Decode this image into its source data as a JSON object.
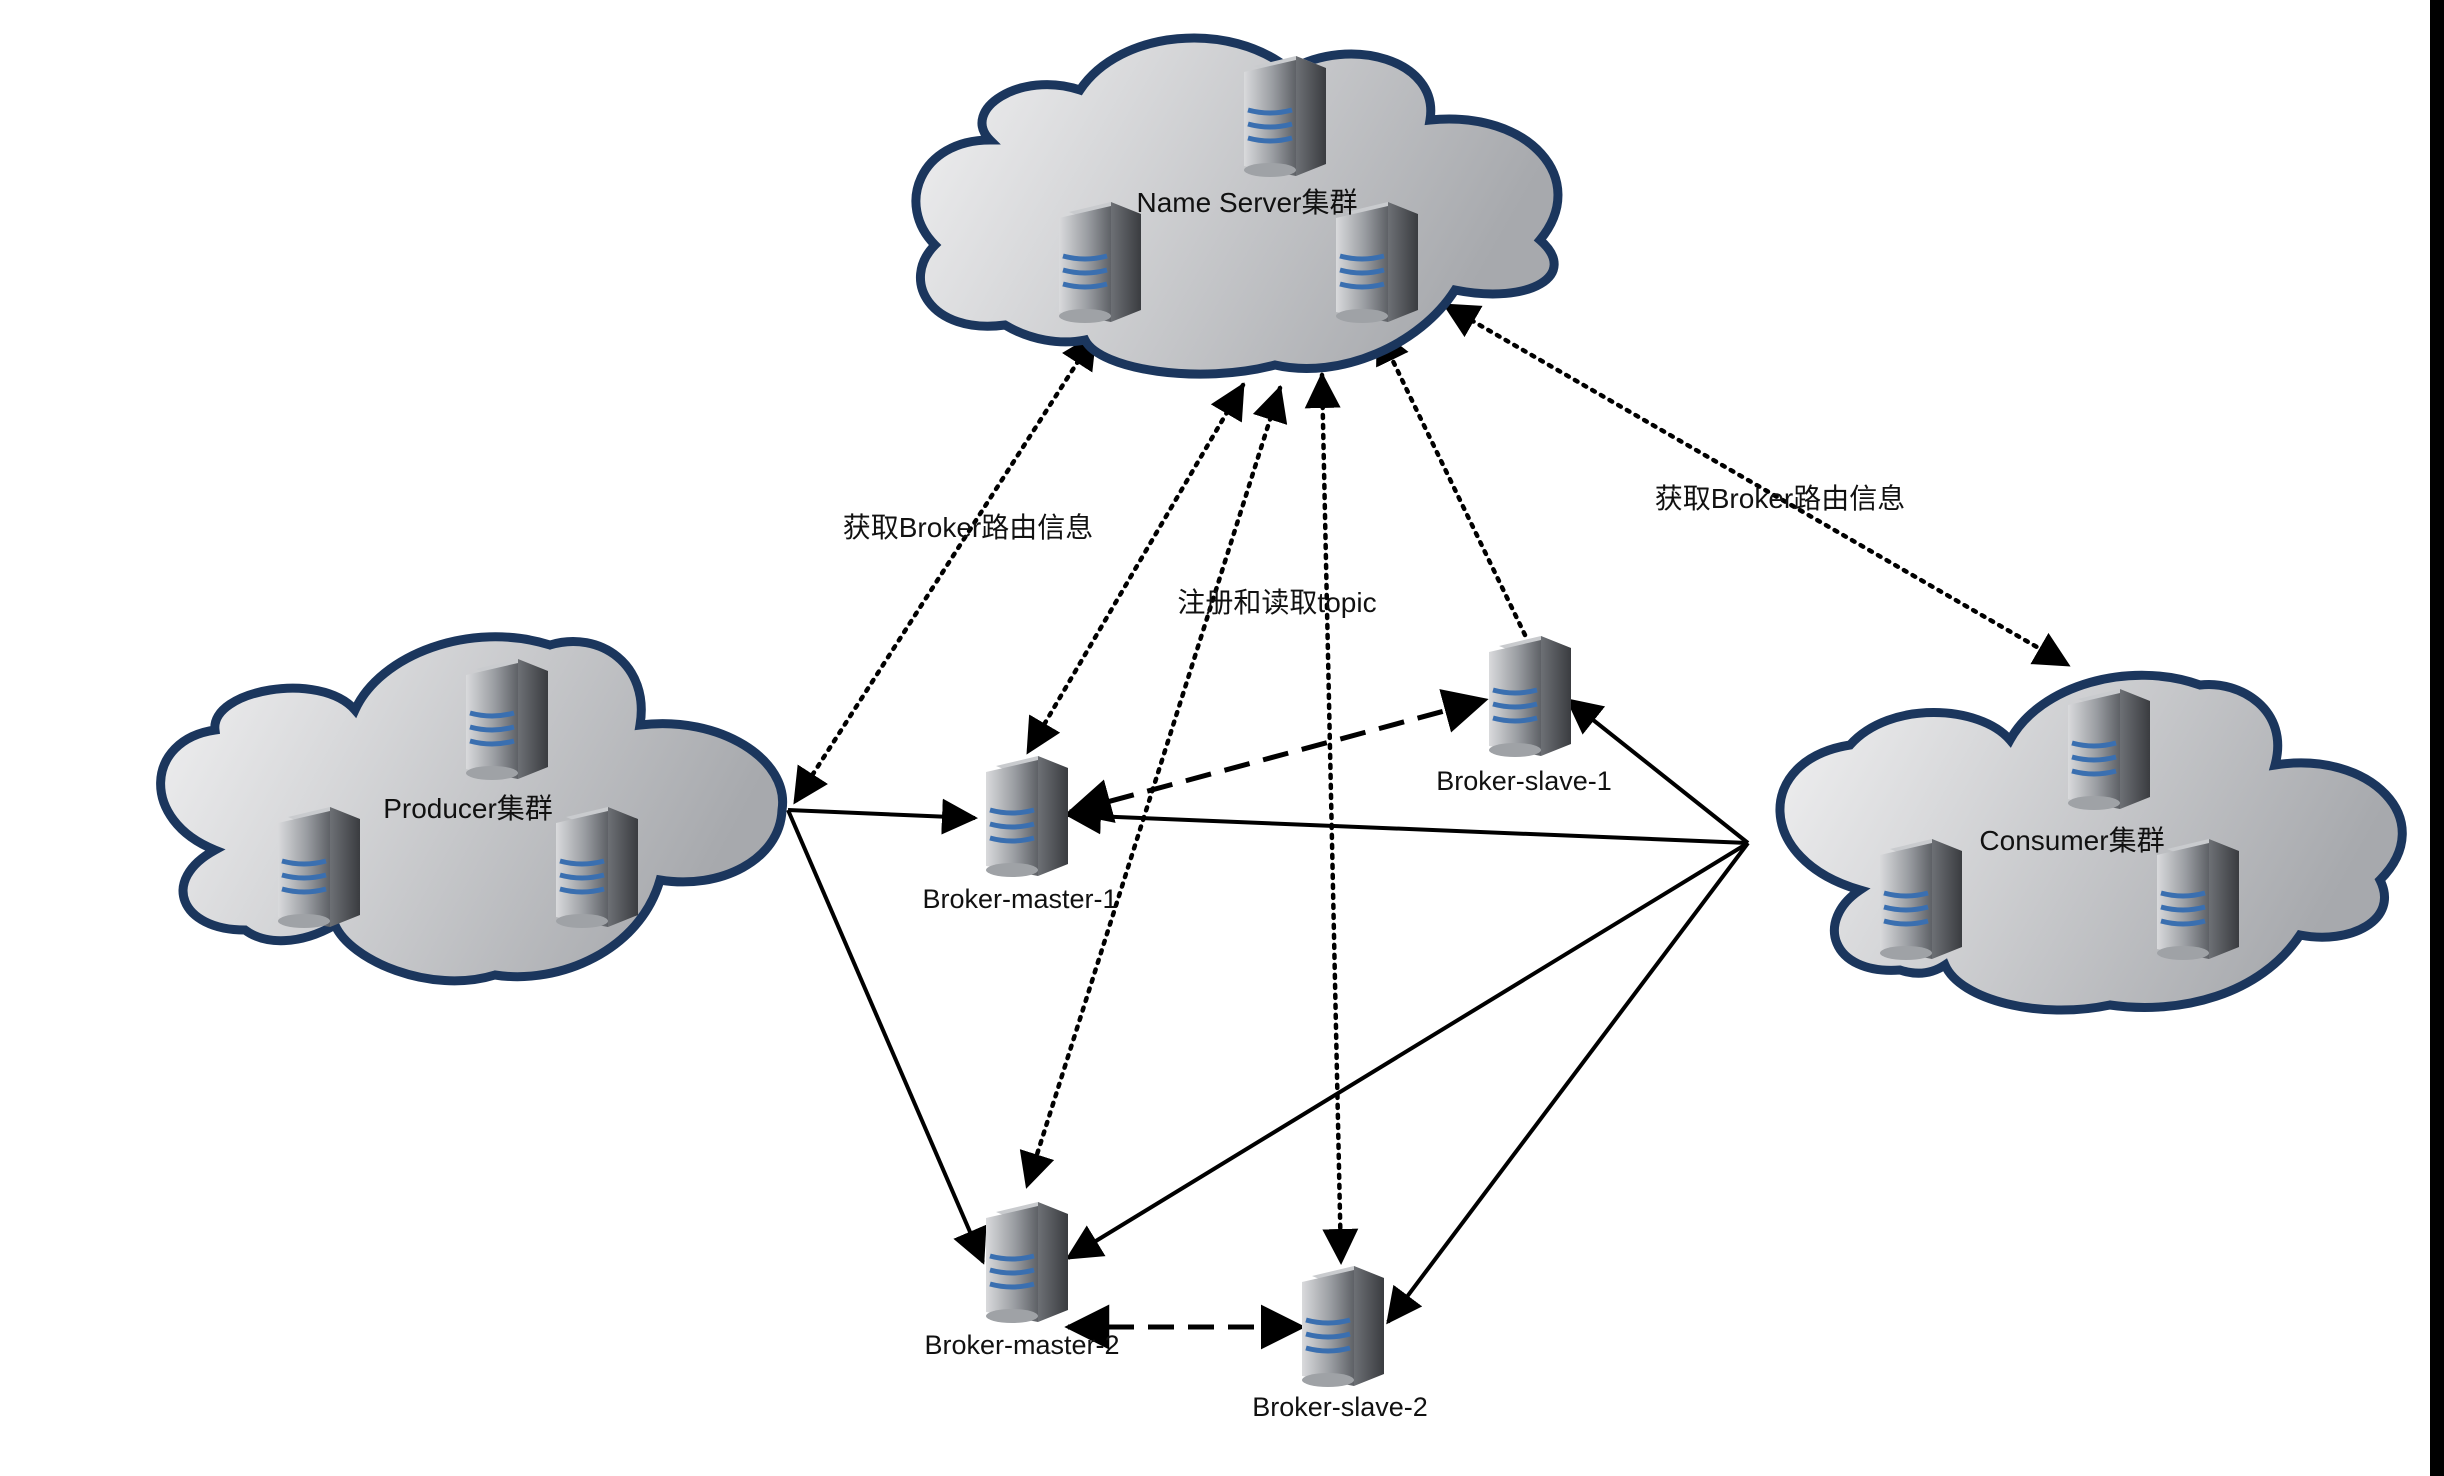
{
  "colors": {
    "cloud_outline": "#1b365d",
    "cloud_fill_light": "#f2f2f3",
    "cloud_fill_dark": "#a7a9ad",
    "server_body": "#8e9196",
    "server_stripe": "#3a6fb0",
    "line": "#000000"
  },
  "clusters": {
    "nameserver": {
      "label": "Name Server集群",
      "icon": "server-icon"
    },
    "producer": {
      "label": "Producer集群",
      "icon": "server-icon"
    },
    "consumer": {
      "label": "Consumer集群",
      "icon": "server-icon"
    }
  },
  "brokers": {
    "master1": {
      "label": "Broker-master-1",
      "icon": "server-icon"
    },
    "master2": {
      "label": "Broker-master-2",
      "icon": "server-icon"
    },
    "slave1": {
      "label": "Broker-slave-1",
      "icon": "server-icon"
    },
    "slave2": {
      "label": "Broker-slave-2",
      "icon": "server-icon"
    }
  },
  "edge_labels": {
    "producer_route": "获取Broker路由信息",
    "consumer_route": "获取Broker路由信息",
    "register_topic": "注册和读取topic"
  },
  "edges": [
    {
      "from": "nameserver",
      "to": "producer",
      "style": "dotted",
      "arrows": "both",
      "label": "producer_route"
    },
    {
      "from": "nameserver",
      "to": "consumer",
      "style": "dotted",
      "arrows": "both",
      "label": "consumer_route"
    },
    {
      "from": "nameserver",
      "to": "master1",
      "style": "dotted",
      "arrows": "both",
      "label": "register_topic"
    },
    {
      "from": "nameserver",
      "to": "master2",
      "style": "dotted",
      "arrows": "both"
    },
    {
      "from": "nameserver",
      "to": "slave1",
      "style": "dotted",
      "arrows": "end-at-nameserver"
    },
    {
      "from": "nameserver",
      "to": "slave2",
      "style": "dotted",
      "arrows": "both"
    },
    {
      "from": "producer",
      "to": "master1",
      "style": "solid",
      "arrows": "forward"
    },
    {
      "from": "producer",
      "to": "master2",
      "style": "solid",
      "arrows": "forward"
    },
    {
      "from": "consumer",
      "to": "master1",
      "style": "solid",
      "arrows": "forward"
    },
    {
      "from": "consumer",
      "to": "slave1",
      "style": "solid",
      "arrows": "forward"
    },
    {
      "from": "consumer",
      "to": "master2",
      "style": "solid",
      "arrows": "forward"
    },
    {
      "from": "consumer",
      "to": "slave2",
      "style": "solid",
      "arrows": "forward"
    },
    {
      "from": "master1",
      "to": "slave1",
      "style": "dashed",
      "arrows": "both"
    },
    {
      "from": "master2",
      "to": "slave2",
      "style": "dashed",
      "arrows": "both"
    }
  ]
}
